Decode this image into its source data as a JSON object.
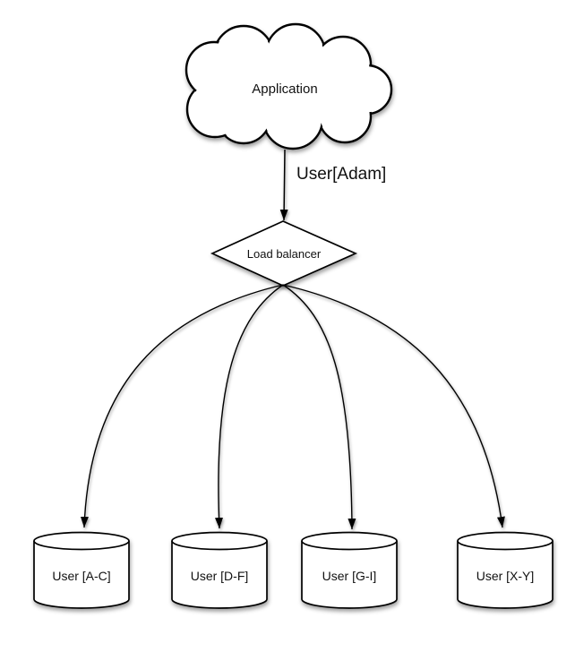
{
  "diagram": {
    "background": "#ffffff",
    "stroke_color": "#000000",
    "shape_fill": "#ffffff",
    "nodes": {
      "application": {
        "label": "Application",
        "shape": "cloud-icon"
      },
      "load_balancer": {
        "label": "Load balancer",
        "shape": "diamond-icon"
      },
      "shards": [
        {
          "label": "User [A-C]",
          "shape": "database-cylinder-icon"
        },
        {
          "label": "User [D-F]",
          "shape": "database-cylinder-icon"
        },
        {
          "label": "User [G-I]",
          "shape": "database-cylinder-icon"
        },
        {
          "label": "User [X-Y]",
          "shape": "database-cylinder-icon"
        }
      ]
    },
    "edges": {
      "app_to_lb": {
        "label": "User[Adam]"
      }
    }
  }
}
